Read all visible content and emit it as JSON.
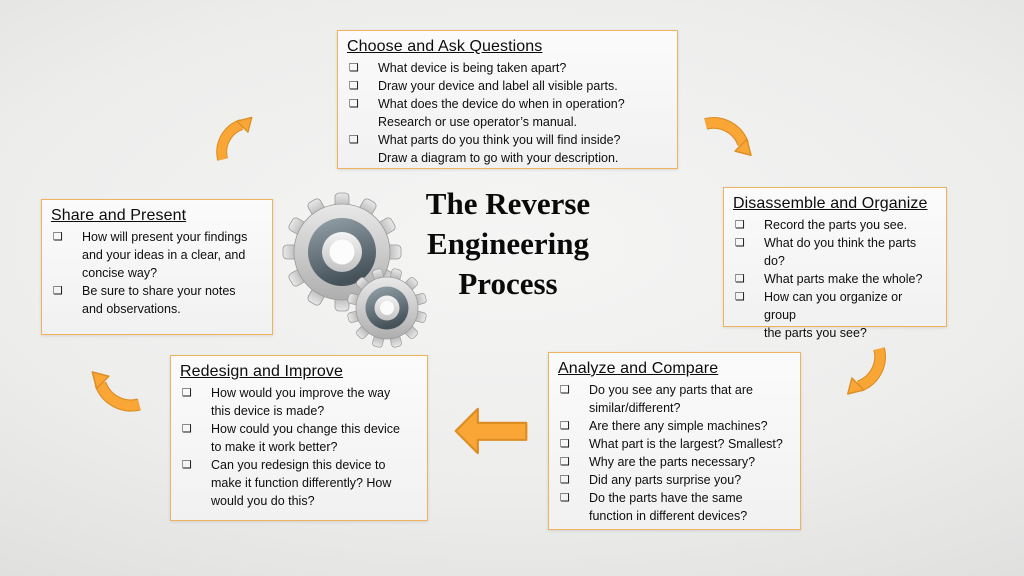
{
  "center": {
    "title_lines": [
      "The Reverse",
      "Engineering",
      "Process"
    ],
    "gears_icon": "gears-icon"
  },
  "bullet_glyph": "❑",
  "colors": {
    "box_border": "#F0B25E",
    "arrow_fill": "#F9A637",
    "arrow_stroke": "#DD8D22",
    "background": "#EDEDEC",
    "text": "#111111",
    "gear_light": "#D6D6D6",
    "gear_slate": "#5C6870"
  },
  "boxes": {
    "choose": {
      "heading": "Choose and Ask Questions",
      "items": [
        [
          "What device is being taken apart?"
        ],
        [
          "Draw your device and label all visible parts."
        ],
        [
          "What does the device do when in operation?",
          "Research or use operator’s manual."
        ],
        [
          "What parts do you think you will find inside?",
          "Draw a diagram to go with your description."
        ]
      ]
    },
    "disassemble": {
      "heading": "Disassemble and Organize",
      "items": [
        [
          "Record the parts you see."
        ],
        [
          "What do you think the parts",
          "do?"
        ],
        [
          "What parts make the whole?"
        ],
        [
          "How can you organize or group",
          "the parts you see?"
        ]
      ]
    },
    "analyze": {
      "heading": "Analyze and Compare",
      "items": [
        [
          "Do you see any parts that are",
          "similar/different?"
        ],
        [
          "Are there any simple machines?"
        ],
        [
          "What part is the largest? Smallest?"
        ],
        [
          "Why are the parts necessary?"
        ],
        [
          "Did any parts surprise you?"
        ],
        [
          "Do the parts have the same",
          "function in different devices?"
        ]
      ]
    },
    "redesign": {
      "heading": "Redesign and Improve",
      "items": [
        [
          "How would you improve the way",
          "this device is made?"
        ],
        [
          "How could you change this device",
          "to make it work better?"
        ],
        [
          "Can you redesign this device to",
          "make it function differently? How",
          "would you do this?"
        ]
      ]
    },
    "share": {
      "heading": "Share and Present",
      "items": [
        [
          "How will present your findings",
          "and your ideas in a clear, and",
          "concise way?"
        ],
        [
          "Be sure to share your notes",
          "and observations."
        ]
      ]
    }
  },
  "arrows": {
    "share_to_choose": "curved arrow pointing up-right",
    "choose_to_disassemble": "curved arrow pointing down-right",
    "disassemble_to_analyze": "curved arrow pointing down-left",
    "analyze_to_redesign": "straight arrow pointing left",
    "redesign_to_share": "curved arrow pointing up-left"
  }
}
